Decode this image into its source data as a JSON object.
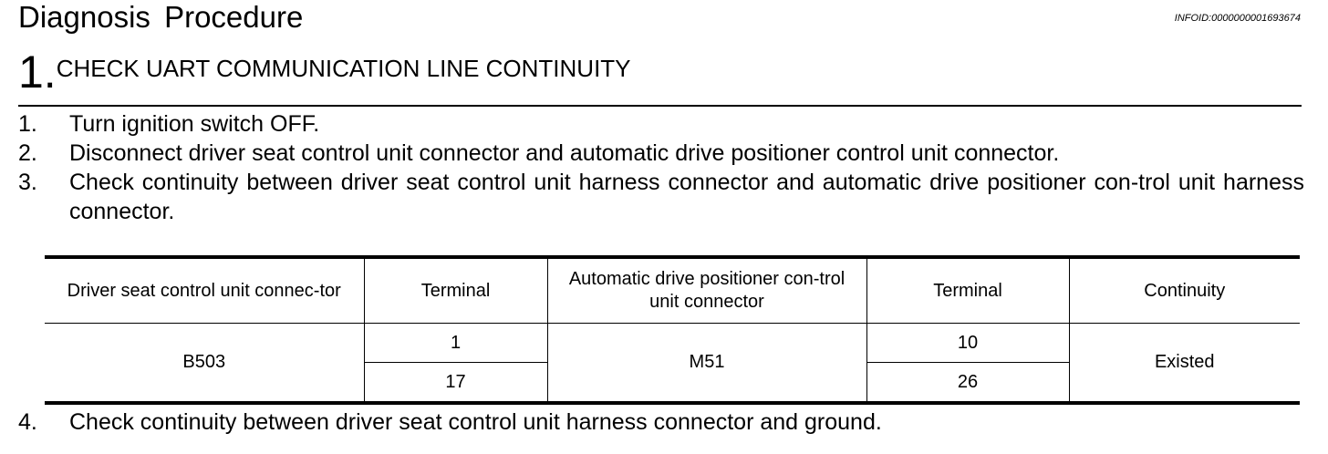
{
  "header": {
    "title": "Diagnosis Procedure",
    "info_id": "INFOID:0000000001693674"
  },
  "step": {
    "number": "1.",
    "heading": "CHECK UART COMMUNICATION LINE CONTINUITY"
  },
  "instructions": [
    {
      "num": "1.",
      "text": "Turn ignition switch OFF."
    },
    {
      "num": "2.",
      "text": "Disconnect driver seat control unit connector and automatic drive positioner control unit connector."
    },
    {
      "num": "3.",
      "text": "Check continuity between driver seat control unit harness connector and automatic drive positioner con-trol unit harness connector."
    }
  ],
  "table": {
    "headers": [
      "Driver seat control unit connec-tor",
      "Terminal",
      "Automatic drive positioner con-trol unit connector",
      "Terminal",
      "Continuity"
    ],
    "driver_connector": "B503",
    "driver_terminals": [
      "1",
      "17"
    ],
    "adp_connector": "M51",
    "adp_terminals": [
      "10",
      "26"
    ],
    "continuity": "Existed"
  },
  "instruction_4": {
    "num": "4.",
    "text": "Check continuity between driver seat control unit harness connector and ground."
  }
}
